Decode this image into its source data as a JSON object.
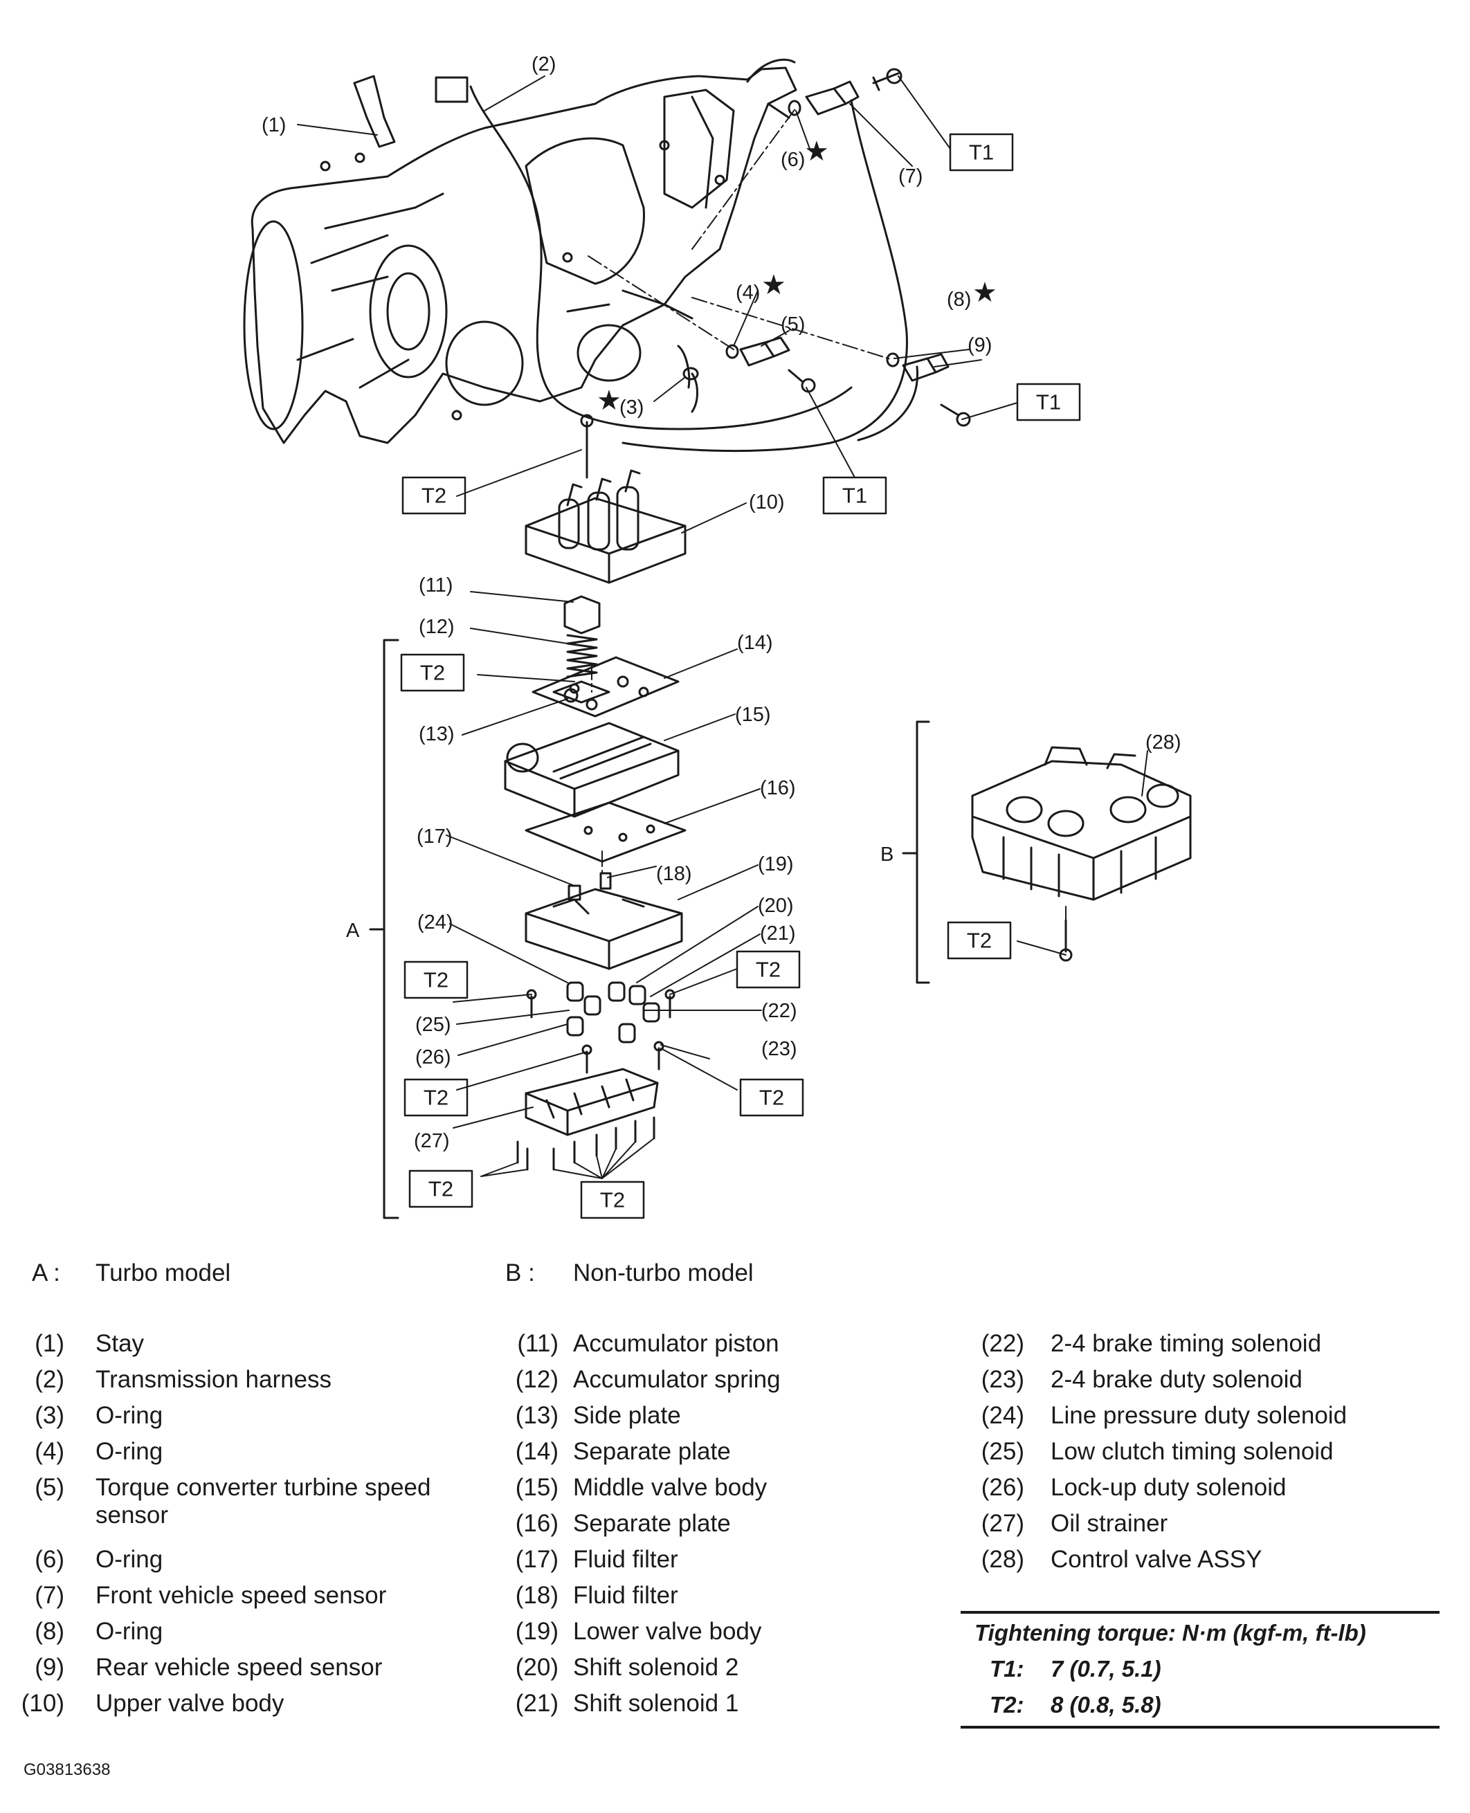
{
  "callouts": {
    "c1": "(1)",
    "c2": "(2)",
    "c3": "(3)",
    "c4": "(4)",
    "c5": "(5)",
    "c6": "(6)",
    "c7": "(7)",
    "c8": "(8)",
    "c9": "(9)",
    "c10": "(10)",
    "c11": "(11)",
    "c12": "(12)",
    "c13": "(13)",
    "c14": "(14)",
    "c15": "(15)",
    "c16": "(16)",
    "c17": "(17)",
    "c18": "(18)",
    "c19": "(19)",
    "c20": "(20)",
    "c21": "(21)",
    "c22": "(22)",
    "c23": "(23)",
    "c24": "(24)",
    "c25": "(25)",
    "c26": "(26)",
    "c27": "(27)",
    "c28": "(28)"
  },
  "torque_boxes": {
    "t1": "T1",
    "t2": "T2"
  },
  "group_labels": {
    "a": "A",
    "b": "B"
  },
  "models": [
    {
      "key": "A :",
      "label": "Turbo model"
    },
    {
      "key": "B :",
      "label": "Non-turbo model"
    }
  ],
  "legend": {
    "col1": [
      {
        "num": "(1)",
        "label": "Stay"
      },
      {
        "num": "(2)",
        "label": "Transmission harness"
      },
      {
        "num": "(3)",
        "label": "O-ring"
      },
      {
        "num": "(4)",
        "label": "O-ring"
      },
      {
        "num": "(5)",
        "label": "Torque converter turbine speed sensor"
      },
      {
        "num": "(6)",
        "label": "O-ring"
      },
      {
        "num": "(7)",
        "label": "Front vehicle speed sensor"
      },
      {
        "num": "(8)",
        "label": "O-ring"
      },
      {
        "num": "(9)",
        "label": "Rear vehicle speed sensor"
      },
      {
        "num": "(10)",
        "label": "Upper valve body"
      }
    ],
    "col2": [
      {
        "num": "(11)",
        "label": "Accumulator piston"
      },
      {
        "num": "(12)",
        "label": "Accumulator spring"
      },
      {
        "num": "(13)",
        "label": "Side plate"
      },
      {
        "num": "(14)",
        "label": "Separate plate"
      },
      {
        "num": "(15)",
        "label": "Middle valve body"
      },
      {
        "num": "(16)",
        "label": "Separate plate"
      },
      {
        "num": "(17)",
        "label": "Fluid filter"
      },
      {
        "num": "(18)",
        "label": "Fluid filter"
      },
      {
        "num": "(19)",
        "label": "Lower valve body"
      },
      {
        "num": "(20)",
        "label": "Shift solenoid 2"
      },
      {
        "num": "(21)",
        "label": "Shift solenoid 1"
      }
    ],
    "col3": [
      {
        "num": "(22)",
        "label": "2-4 brake timing solenoid"
      },
      {
        "num": "(23)",
        "label": "2-4 brake duty solenoid"
      },
      {
        "num": "(24)",
        "label": "Line pressure duty solenoid"
      },
      {
        "num": "(25)",
        "label": "Low clutch timing solenoid"
      },
      {
        "num": "(26)",
        "label": "Lock-up duty solenoid"
      },
      {
        "num": "(27)",
        "label": "Oil strainer"
      },
      {
        "num": "(28)",
        "label": "Control valve ASSY"
      }
    ]
  },
  "torque": {
    "title": "Tightening torque: N·m (kgf-m, ft-lb)",
    "rows": [
      {
        "key": "T1:",
        "value": "7 (0.7, 5.1)"
      },
      {
        "key": "T2:",
        "value": "8 (0.8, 5.8)"
      }
    ]
  },
  "figure_code": "G03813638"
}
